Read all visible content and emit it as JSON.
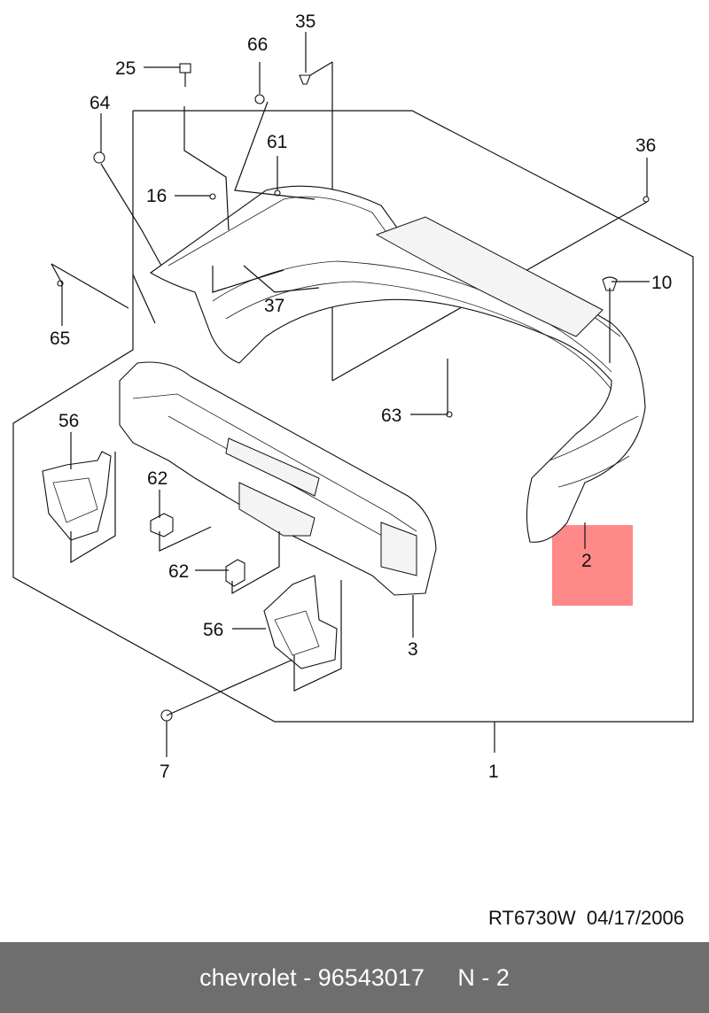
{
  "callouts": {
    "c35": "35",
    "c66": "66",
    "c25": "25",
    "c64": "64",
    "c61": "61",
    "c36": "36",
    "c16": "16",
    "c10": "10",
    "c37": "37",
    "c65": "65",
    "c63": "63",
    "c56a": "56",
    "c62a": "62",
    "c62b": "62",
    "c2": "2",
    "c56b": "56",
    "c3": "3",
    "c7": "7",
    "c1": "1"
  },
  "reference": {
    "code": "RT6730W",
    "date": "04/17/2006"
  },
  "footer": {
    "brand": "chevrolet",
    "separator": "-",
    "part_number": "96543017",
    "page": "N - 2"
  },
  "colors": {
    "highlight": "#ff7b7b",
    "footer_bg": "#6e6e6e"
  }
}
